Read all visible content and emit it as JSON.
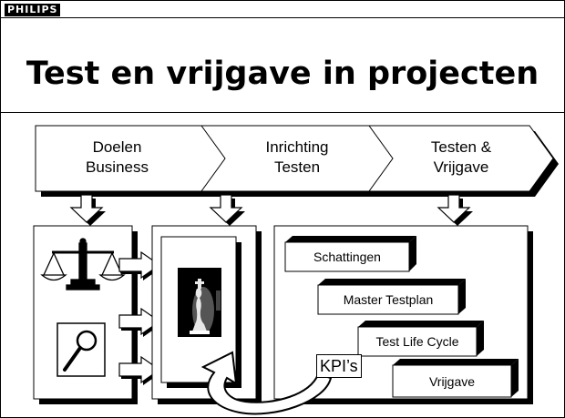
{
  "brand": "PHILIPS",
  "title": "Test en vrijgave in projecten",
  "phases": [
    {
      "line1": "Doelen",
      "line2": "Business"
    },
    {
      "line1": "Inrichting",
      "line2": "Testen"
    },
    {
      "line1": "Testen &",
      "line2": "Vrijgave"
    }
  ],
  "steps": [
    "Schattingen",
    "Master Testplan",
    "Test Life Cycle",
    "Vrijgave"
  ],
  "kpi": "KPI’s"
}
